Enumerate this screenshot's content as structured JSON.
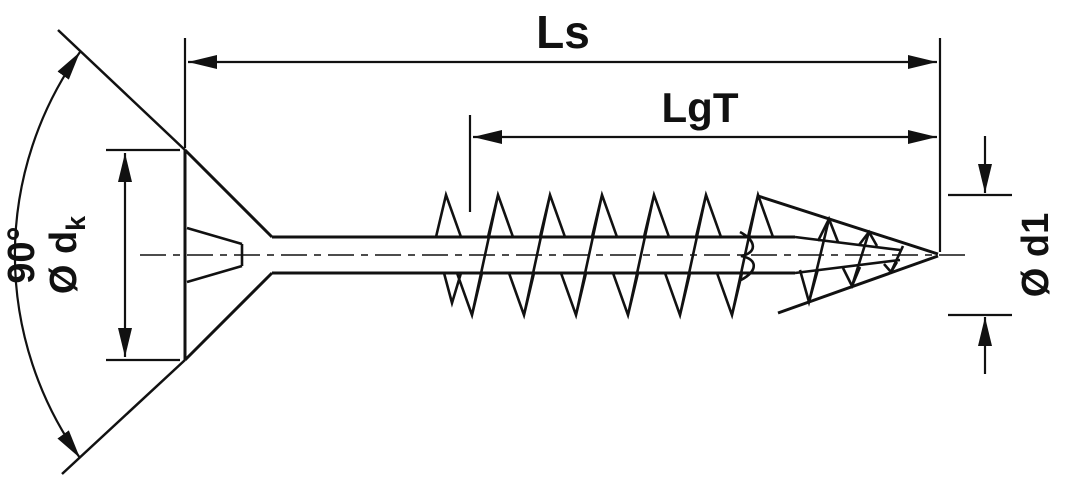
{
  "drawing": {
    "type": "technical-dimension-drawing",
    "subject": "countersunk-wood-screw-side-view",
    "dimensions": {
      "total_length_label": "Ls",
      "thread_length_label": "LgT",
      "head_angle_label": "90°",
      "head_diameter_label": "Ø d",
      "head_diameter_subscript": "k",
      "outer_thread_diameter_label": "Ø d1"
    },
    "colors": {
      "line": "#111111",
      "background": "#ffffff"
    }
  }
}
